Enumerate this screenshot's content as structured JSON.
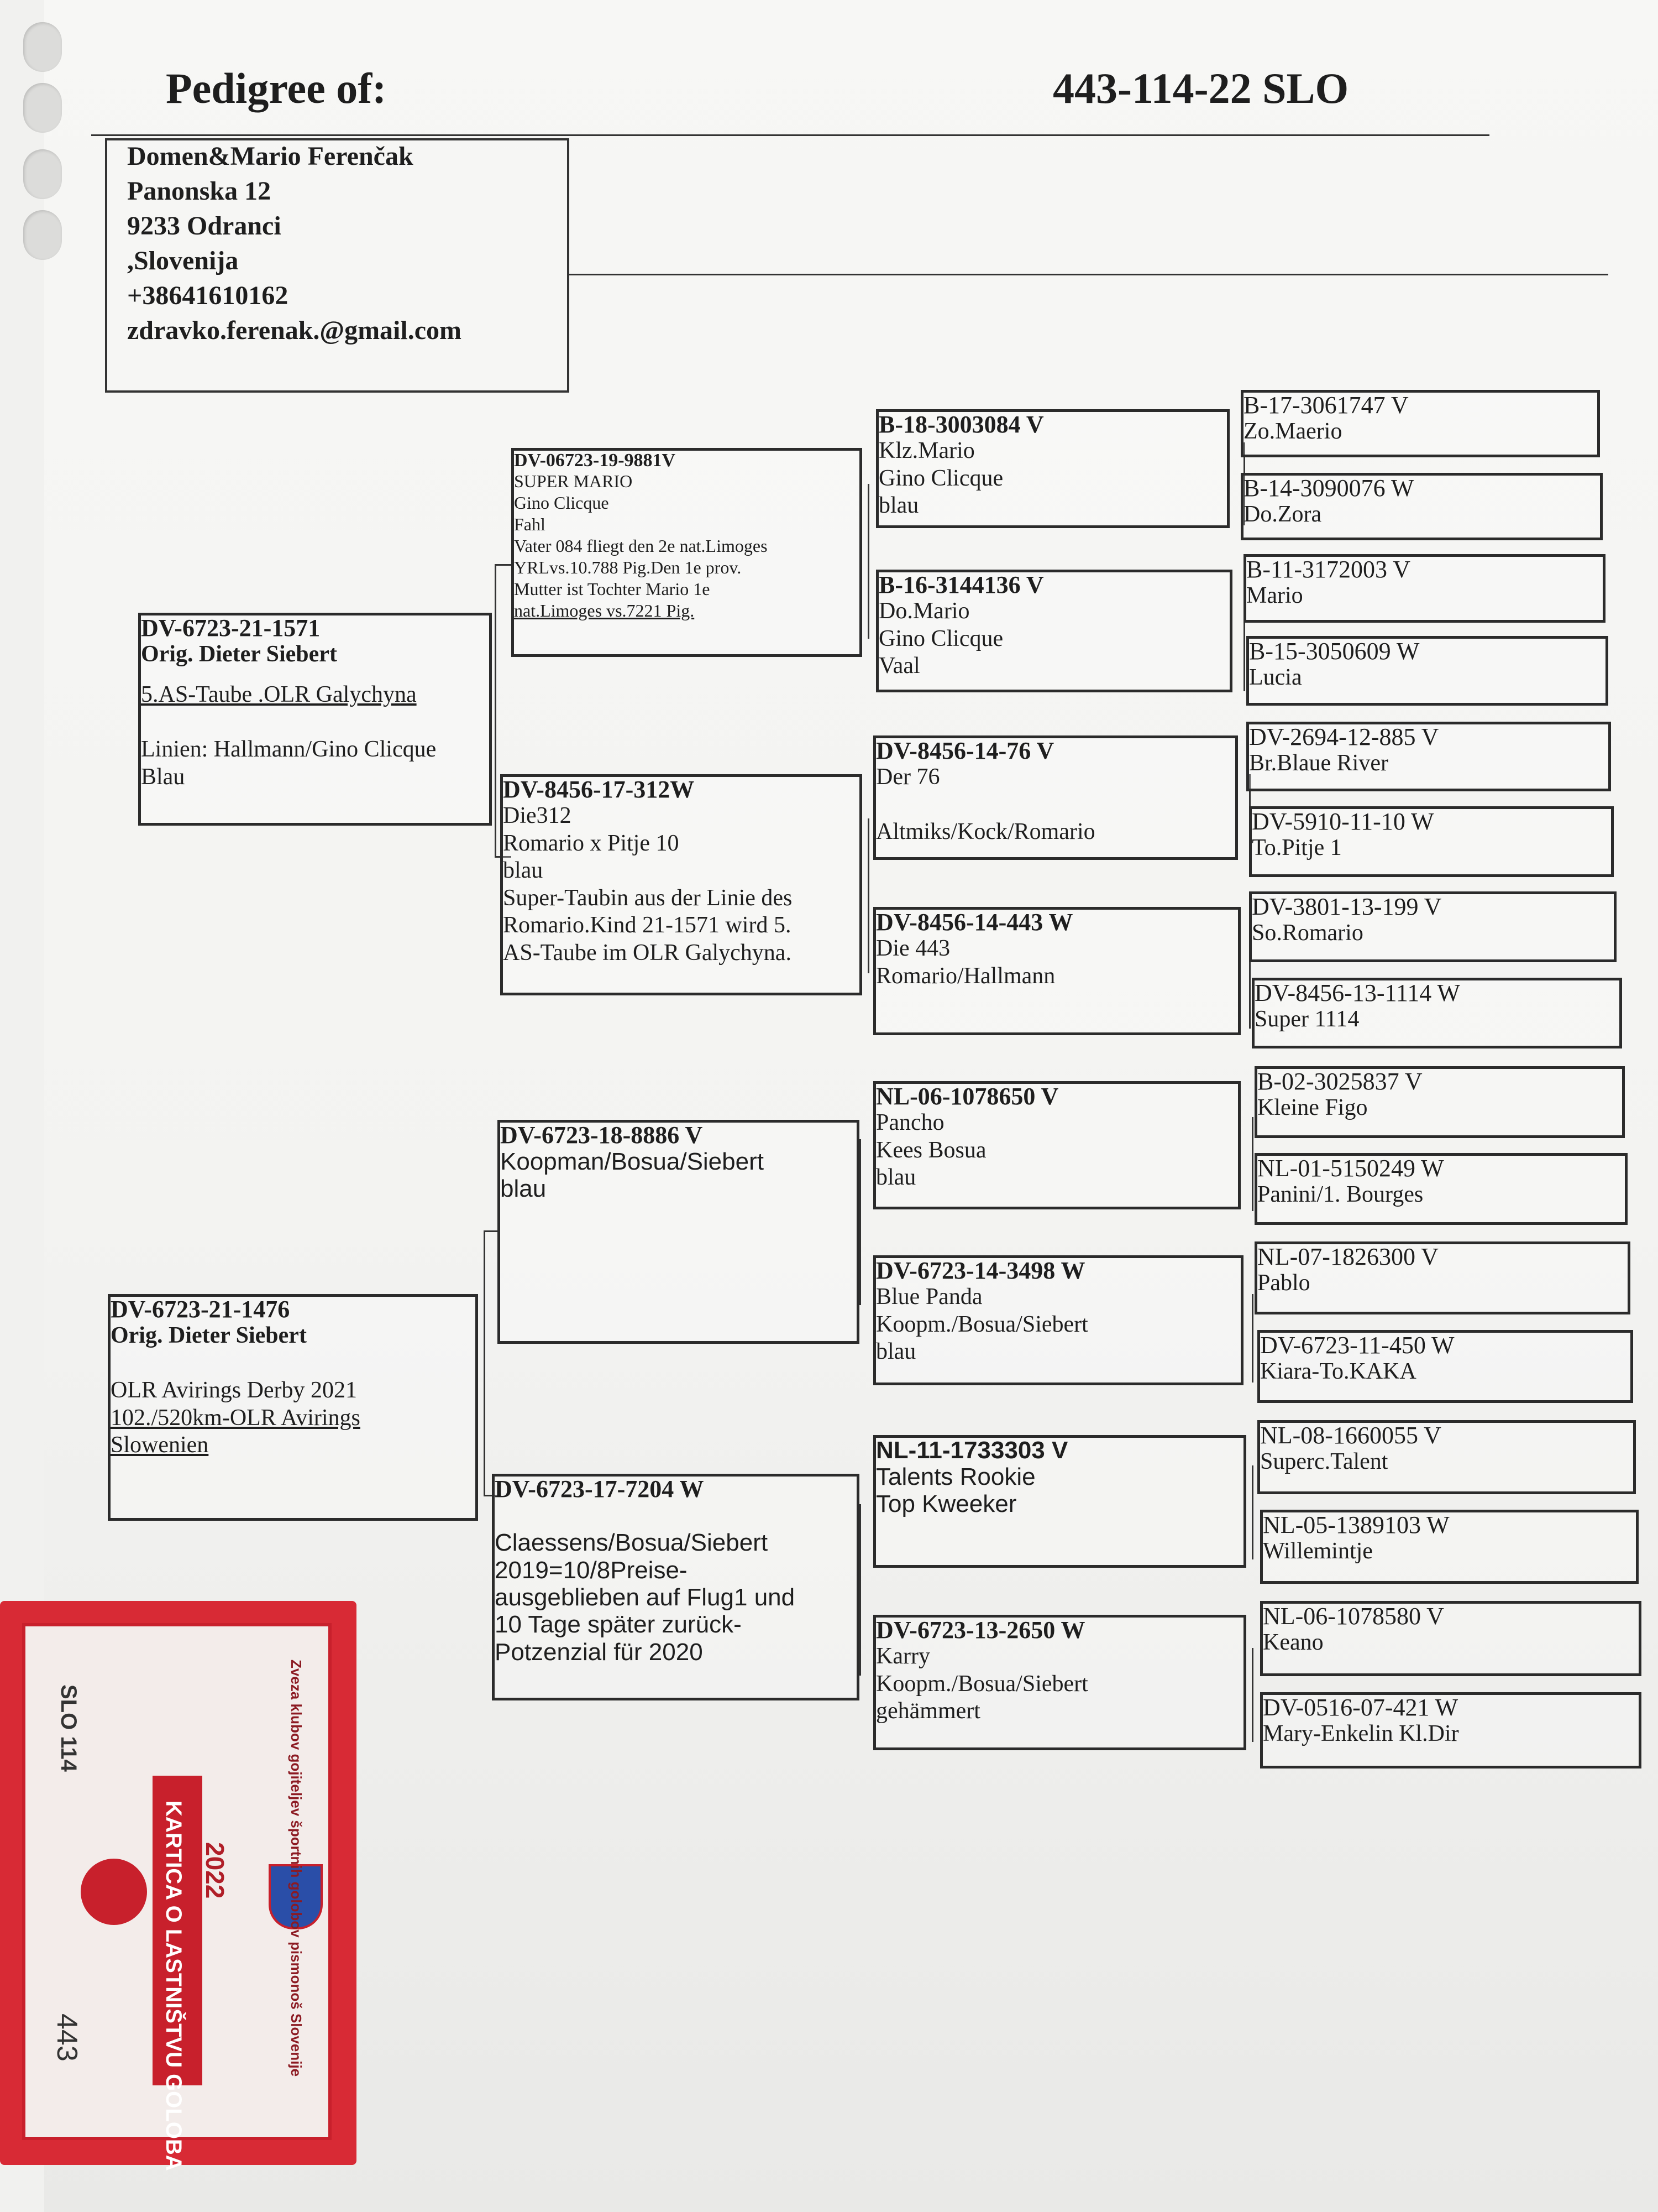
{
  "header": {
    "title": "Pedigree of:",
    "ring": "443-114-22 SLO"
  },
  "owner": {
    "lines": [
      "Domen&Mario Ferenčak",
      "Panonska 12",
      "9233 Odranci",
      ",Slovenija",
      "+38641610162",
      "zdravko.ferenak.@gmail.com"
    ]
  },
  "gen1": [
    {
      "ring": "DV-6723-21-1571",
      "lines": [
        "Orig. Dieter Siebert",
        "",
        "5.AS-Taube .OLR Galychyna",
        "",
        "Linien: Hallmann/Gino Clicque",
        "Blau"
      ]
    },
    {
      "ring": "DV-6723-21-1476",
      "lines": [
        "Orig. Dieter Siebert",
        "",
        "OLR Avirings  Derby 2021",
        "102./520km-OLR Avirings",
        "Slowenien"
      ]
    }
  ],
  "gen2": [
    {
      "ring": "DV-06723-19-9881V",
      "lines": [
        "SUPER MARIO",
        "Gino Clicque",
        "Fahl",
        "Vater 084 fliegt den 2e nat.Limoges",
        "YRLvs.10.788 Pig.Den 1e prov.",
        "Mutter ist Tochter Mario 1e",
        "nat.Limoges vs.7221 Pig."
      ]
    },
    {
      "ring": "DV-8456-17-312W",
      "lines": [
        "Die312",
        "Romario x Pitje 10",
        " blau",
        " Super-Taubin aus der Linie des",
        "Romario.Kind 21-1571 wird 5.",
        "AS-Taube im OLR Galychyna."
      ]
    },
    {
      "ring": "DV-6723-18-8886 V",
      "lines": [
        "Koopman/Bosua/Siebert",
        "blau"
      ]
    },
    {
      "ring": "DV-6723-17-7204 W",
      "lines": [
        "",
        "Claessens/Bosua/Siebert",
        "2019=10/8Preise-",
        "ausgeblieben auf Flug1 und",
        "10 Tage später zurück-",
        "Potzenzial für 2020"
      ]
    }
  ],
  "gen3": [
    {
      "ring": "B-18-3003084 V",
      "lines": [
        "Klz.Mario",
        "Gino Clicque",
        "blau"
      ]
    },
    {
      "ring": "B-16-3144136 V",
      "lines": [
        "Do.Mario",
        "Gino Clicque",
        " Vaal"
      ]
    },
    {
      "ring": "DV-8456-14-76 V",
      "lines": [
        "Der 76",
        "",
        "Altmiks/Kock/Romario"
      ]
    },
    {
      "ring": "DV-8456-14-443 W",
      "lines": [
        "Die 443",
        "Romario/Hallmann"
      ]
    },
    {
      "ring": "NL-06-1078650 V",
      "lines": [
        "Pancho",
        "Kees Bosua",
        "blau"
      ]
    },
    {
      "ring": "DV-6723-14-3498 W",
      "lines": [
        " Blue Panda",
        "Koopm./Bosua/Siebert",
        "blau"
      ]
    },
    {
      "ring": "NL-11-1733303 V",
      "lines": [
        "Talents Rookie",
        "Top Kweeker"
      ]
    },
    {
      "ring": "DV-6723-13-2650 W",
      "lines": [
        "Karry",
        "Koopm./Bosua/Siebert",
        "gehämmert"
      ]
    }
  ],
  "gen4": [
    {
      "ring": "B-17-3061747 V",
      "lines": [
        "Zo.Maerio"
      ]
    },
    {
      "ring": "B-14-3090076 W",
      "lines": [
        "Do.Zora"
      ]
    },
    {
      "ring": "B-11-3172003 V",
      "lines": [
        "Mario"
      ]
    },
    {
      "ring": "B-15-3050609 W",
      "lines": [
        "Lucia"
      ]
    },
    {
      "ring": "DV-2694-12-885 V",
      "lines": [
        "Br.Blaue River"
      ]
    },
    {
      "ring": "DV-5910-11-10 W",
      "lines": [
        "To.Pitje 1"
      ]
    },
    {
      "ring": "DV-3801-13-199 V",
      "lines": [
        " So.Romario"
      ]
    },
    {
      "ring": "DV-8456-13-1114 W",
      "lines": [
        "Super 1114"
      ]
    },
    {
      "ring": "B-02-3025837 V",
      "lines": [
        "Kleine Figo"
      ]
    },
    {
      "ring": "NL-01-5150249 W",
      "lines": [
        "Panini/1. Bourges"
      ]
    },
    {
      "ring": "NL-07-1826300 V",
      "lines": [
        "Pablo"
      ]
    },
    {
      "ring": "DV-6723-11-450 W",
      "lines": [
        "Kiara-To.KAKA"
      ]
    },
    {
      "ring": "NL-08-1660055 V",
      "lines": [
        "Superc.Talent"
      ]
    },
    {
      "ring": "NL-05-1389103 W",
      "lines": [
        "Willemintje"
      ]
    },
    {
      "ring": "NL-06-1078580 V",
      "lines": [
        "Keano"
      ]
    },
    {
      "ring": "DV-0516-07-421 W",
      "lines": [
        "Mary-Enkelin Kl.Dir"
      ]
    }
  ],
  "card": {
    "org": "Zveza klubov gojiteljev športnih golobov pismonoš Slovenije",
    "title": "KARTICA O LASTNIŠTVU GOLOBA",
    "year": "2022",
    "code": "SLO 114",
    "number": "443"
  }
}
